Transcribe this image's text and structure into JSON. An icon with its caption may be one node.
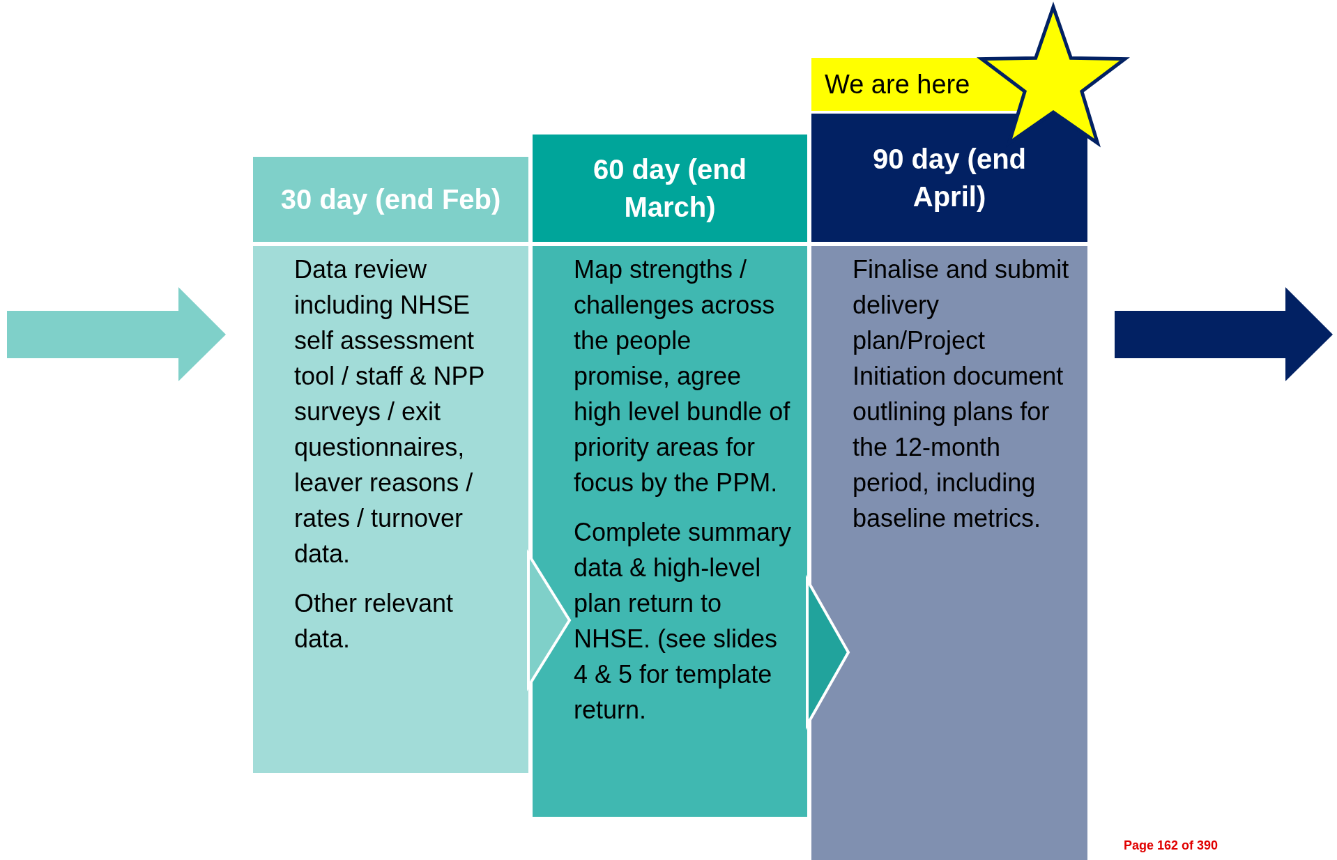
{
  "diagram": {
    "nodes": [
      {
        "text": [
          "30 day (end Feb)",
          "Data review including NHSE self assessment tool / staff & NPP surveys / exit questionnaires, leaver reasons / rates / turnover data.",
          "Other relevant data."
        ]
      },
      {
        "text": [
          "60 day (end March)",
          "Map strengths / challenges across the people promise, agree high level bundle of priority areas for focus by the PPM.",
          "Complete summary data & high-level plan return to NHSE. (see slides 4 & 5 for template return."
        ]
      },
      {
        "text": [
          "**90 day (end April**)",
          "Finalise and submit delivery plan/Project Initiation document outlining plans for the 12-month period, including baseline metrics."
        ]
      },
      {
        "text": [
          "We are here"
        ]
      }
    ],
    "edges": [
      {
        "from": 0,
        "to": 1,
        "arrow": "to"
      },
      {
        "from": 1,
        "to": 2,
        "arrow": "to"
      }
    ],
    "labels": [
      "Page 162 of 390"
    ]
  }
}
